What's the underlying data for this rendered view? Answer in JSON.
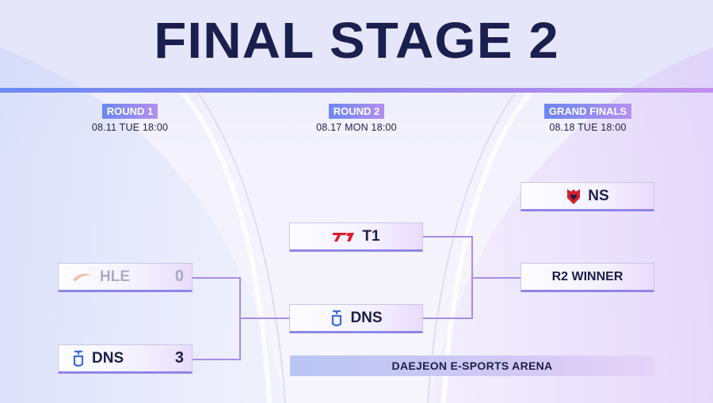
{
  "title": "FINAL STAGE 2",
  "stages": [
    {
      "label": "ROUND 1",
      "date": "08.11 TUE 18:00"
    },
    {
      "label": "ROUND 2",
      "date": "08.17 MON 18:00"
    },
    {
      "label": "GRAND FINALS",
      "date": "08.18 TUE 18:00"
    }
  ],
  "round1": [
    {
      "team": "HLE",
      "score": "0",
      "logo": "hle-logo"
    },
    {
      "team": "DNS",
      "score": "3",
      "logo": "dns-logo"
    }
  ],
  "round2": [
    {
      "team": "T1",
      "logo": "t1-logo"
    },
    {
      "team": "DNS",
      "logo": "dns-logo"
    }
  ],
  "grand_finals": [
    {
      "team": "NS",
      "logo": "ns-logo"
    },
    {
      "team": "R2 WINNER"
    }
  ],
  "venue": "DAEJEON E-SPORTS ARENA",
  "colors": {
    "navy": "#1a1f4e",
    "accent_blue": "#6b87f0",
    "accent_purple": "#b48ff0",
    "connector": "#a98de6"
  }
}
